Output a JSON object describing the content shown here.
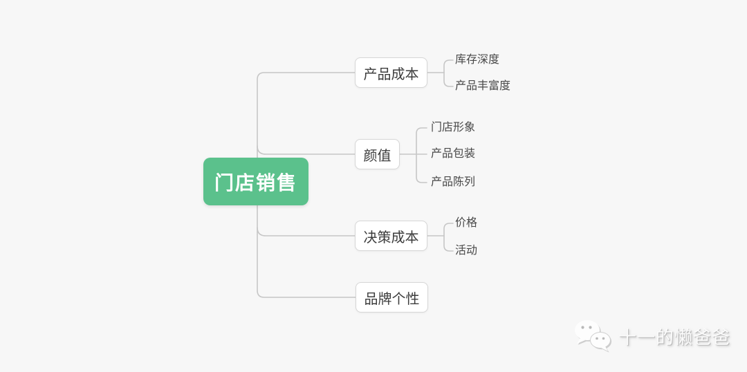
{
  "colors": {
    "background": "#f7f7f7",
    "root_fill": "#5bc18c",
    "root_text": "#ffffff",
    "node_fill": "#ffffff",
    "node_border": "#d6d6d6",
    "node_text": "#3c3c3c",
    "child_text": "#484848",
    "connector_line": "#c6c6c6",
    "watermark_text": "#fbfbfb"
  },
  "mindmap": {
    "root": {
      "label": "门店销售"
    },
    "branches": [
      {
        "label": "产品成本",
        "children": [
          "库存深度",
          "产品丰富度"
        ]
      },
      {
        "label": "颜值",
        "children": [
          "门店形象",
          "产品包装",
          "产品陈列"
        ]
      },
      {
        "label": "决策成本",
        "children": [
          "价格",
          "活动"
        ]
      },
      {
        "label": "品牌个性",
        "children": []
      }
    ]
  },
  "watermark": {
    "label": "十一的懒爸爸",
    "icon": "wechat-icon"
  }
}
